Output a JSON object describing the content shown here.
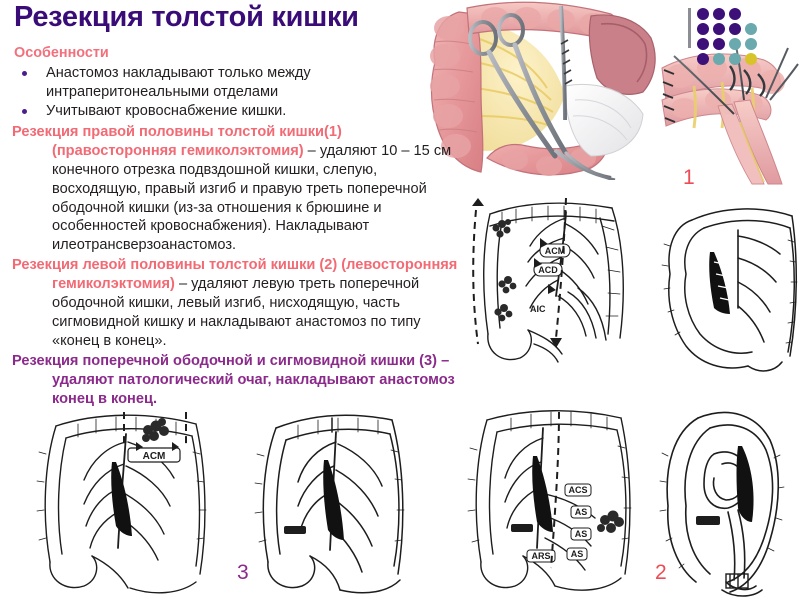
{
  "slide": {
    "title": "Резекция толстой кишки",
    "title_color": "#3a0c78",
    "background": "#ffffff"
  },
  "content": {
    "sub_heading": "Особенности",
    "bullets": [
      "Анастомоз накладывают только между интраперитонеальными отделами",
      "Учитывают кровоснабжение кишки."
    ],
    "paragraphs": [
      {
        "id": "right-hemicolectomy",
        "color": "#f16a74",
        "lead": "Резекция правой половины толстой кишки(1) (правосторонняя гемиколэктомия)",
        "rest": " – удаляют 10 – 15 см конечного отрезка подвздошной кишки, слепую, восходящую, правый изгиб и правую треть поперечной ободочной кишки (из-за отношения к брюшине и особенностей кровоснабжения). Накладывают илеотрансверзоанастомоз."
      },
      {
        "id": "left-hemicolectomy",
        "color": "#f16a74",
        "lead": "Резекция левой половины толстой кишки (2) (левосторонняя  гемиколэктомия)",
        "rest": " – удаляют левую треть поперечной ободочной кишки, левый изгиб, нисходящую, часть сигмовидной кишку и накладывают анастомоз по типу «конец в конец»."
      },
      {
        "id": "transverse-sigmoid-resection",
        "color": "#8b2a8b",
        "lead": "Резекция поперечной ободочной и сигмовидной кишки (3)",
        "rest": " – удаляют патологический очаг, накладывают анастомоз конец в конец."
      }
    ]
  },
  "decoration": {
    "dot_grid": {
      "colors": [
        "#3d0f78",
        "#3d0f78",
        "#3d0f78",
        "#ffffff",
        "#3d0f78",
        "#3d0f78",
        "#3d0f78",
        "#6aa9ad",
        "#3d0f78",
        "#3d0f78",
        "#6aa9ad",
        "#6aa9ad",
        "#3d0f78",
        "#6aa9ad",
        "#6aa9ad",
        "#d8c42a"
      ]
    },
    "rule_color": "#8d8d96"
  },
  "figures": [
    {
      "id": "surgical-photo-clamps",
      "type": "anatomical-illustration",
      "caption": "",
      "label": ""
    },
    {
      "id": "surgical-photo-anastomosis",
      "type": "anatomical-illustration",
      "caption": "",
      "label": "1"
    },
    {
      "id": "diagram-right-hemicolectomy",
      "type": "line-diagram",
      "vessel_labels": [
        "ACM",
        "ACD",
        "AIC"
      ],
      "label": ""
    },
    {
      "id": "diagram-right-hemicolectomy-result",
      "type": "line-diagram",
      "vessel_labels": [],
      "label": "1"
    },
    {
      "id": "diagram-transverse-sigmoid",
      "type": "line-diagram",
      "vessel_labels": [
        "ACM"
      ],
      "label": ""
    },
    {
      "id": "diagram-transverse-sigmoid-result",
      "type": "line-diagram",
      "vessel_labels": [],
      "label": "3"
    },
    {
      "id": "diagram-left-hemicolectomy",
      "type": "line-diagram",
      "vessel_labels": [
        "ACS",
        "AS",
        "AS",
        "AS",
        "ARS"
      ],
      "label": ""
    },
    {
      "id": "diagram-left-hemicolectomy-result",
      "type": "line-diagram",
      "vessel_labels": [],
      "label": "2"
    }
  ],
  "figure_numbers": [
    {
      "text": "1",
      "color": "#ec4d55"
    },
    {
      "text": "2",
      "color": "#ec4d55"
    },
    {
      "text": "3",
      "color": "#8b2a8b"
    }
  ]
}
